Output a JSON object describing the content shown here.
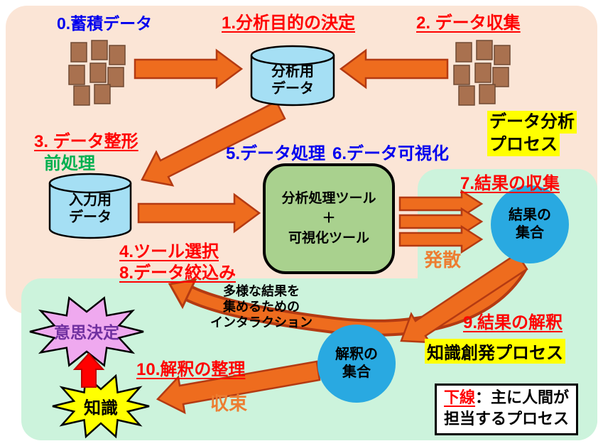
{
  "labels": {
    "step0": "0.蓄積データ",
    "step1": "1.分析目的の決定",
    "step2": "2. データ収集",
    "step3": "3. データ整形",
    "preprocess": "前処理",
    "step5": "5.データ処理",
    "step6": "6.データ可視化",
    "step4": "4.ツール選択",
    "step8": "8.データ絞込み",
    "step7": "7.結果の収集",
    "step9": "9.結果の解釈",
    "step10": "10.解釈の整理",
    "divergence": "発散",
    "convergence": "収束",
    "interaction": {
      "line1": "多様な結果を",
      "line2": "集めるための",
      "line3": "インタラクション"
    },
    "analysis_process": {
      "line1": "データ分析",
      "line2": "プロセス"
    },
    "knowledge_process": "知識創発プロセス"
  },
  "nodes": {
    "analysis_data": {
      "line1": "分析用",
      "line2": "データ"
    },
    "input_data": {
      "line1": "入力用",
      "line2": "データ"
    },
    "tools": {
      "line1": "分析処理ツール",
      "line2": "＋",
      "line3": "可視化ツール"
    },
    "result_set": {
      "line1": "結果の",
      "line2": "集合"
    },
    "interpretation_set": {
      "line1": "解釈の",
      "line2": "集合"
    },
    "decision": "意思決定",
    "knowledge": "知識"
  },
  "legend": {
    "keyword": "下線",
    "line1_rest": "：主に人間が",
    "line2": "担当するプロセス"
  },
  "colors": {
    "step_highlight_red": "#ff0000",
    "step_blue": "#0000ee",
    "preprocess_green": "#00b050",
    "divergence_orange": "#ed7d31",
    "decision_purple": "#7030a0",
    "arrow_fill": "#ee6c1e",
    "arrow_stroke": "#b43a12",
    "analysis_region_bg": "#fbe5d6",
    "knowledge_region_bg": "#ccf3dc",
    "cylinder_fill": "#a5dff4",
    "tools_fill": "#a9d18e",
    "set_circle_fill": "#29a9e1",
    "decision_star_fill": "#efa9ef",
    "knowledge_star_fill": "#ffff00",
    "highlight_yellow": "#ffff00",
    "database_fill": "#a9714f"
  }
}
